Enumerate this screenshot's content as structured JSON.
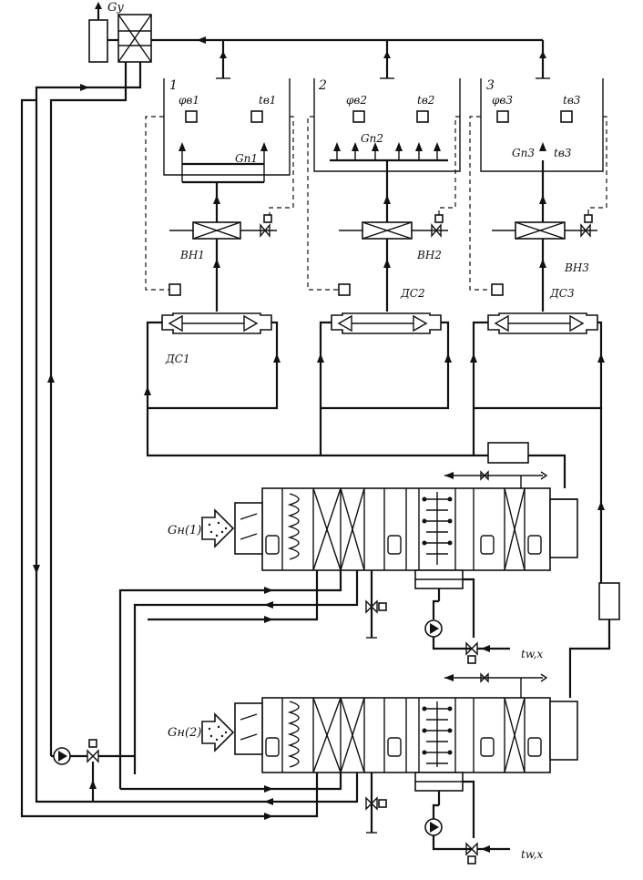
{
  "labels": {
    "gy": "Gу",
    "zones": [
      "1",
      "2",
      "3"
    ],
    "phi": [
      "φв1",
      "φв2",
      "φв3"
    ],
    "t": [
      "tв1",
      "tв2",
      "tв3"
    ],
    "gp": [
      "Gп1",
      "Gп2",
      "Gп3"
    ],
    "t_zone3_flow": "tв3",
    "vn": [
      "ВН1",
      "ВН2",
      "ВН3"
    ],
    "ds": [
      "ДС1",
      "ДС2",
      "ДС3"
    ],
    "gn1": "Gн(1)",
    "gn2": "Gн(2)",
    "twx1": "tw,x",
    "twx2": "tw,x"
  }
}
